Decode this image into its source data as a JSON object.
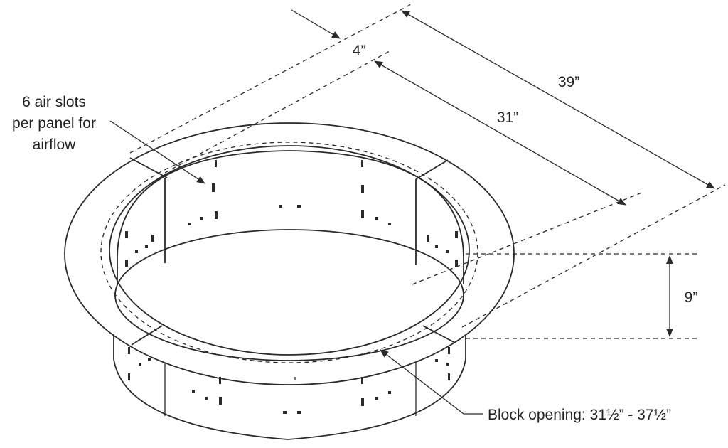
{
  "diagram": {
    "labels": {
      "air_slots_line1": "6 air slots",
      "air_slots_line2": "per panel for",
      "air_slots_line3": "airflow",
      "dim_wall": "4”",
      "dim_outer": "39”",
      "dim_inner": "31”",
      "dim_height": "9”",
      "block_opening": "Block opening: 31½” - 37½”"
    },
    "colors": {
      "ink": "#2a2a2a",
      "background": "#ffffff"
    }
  }
}
